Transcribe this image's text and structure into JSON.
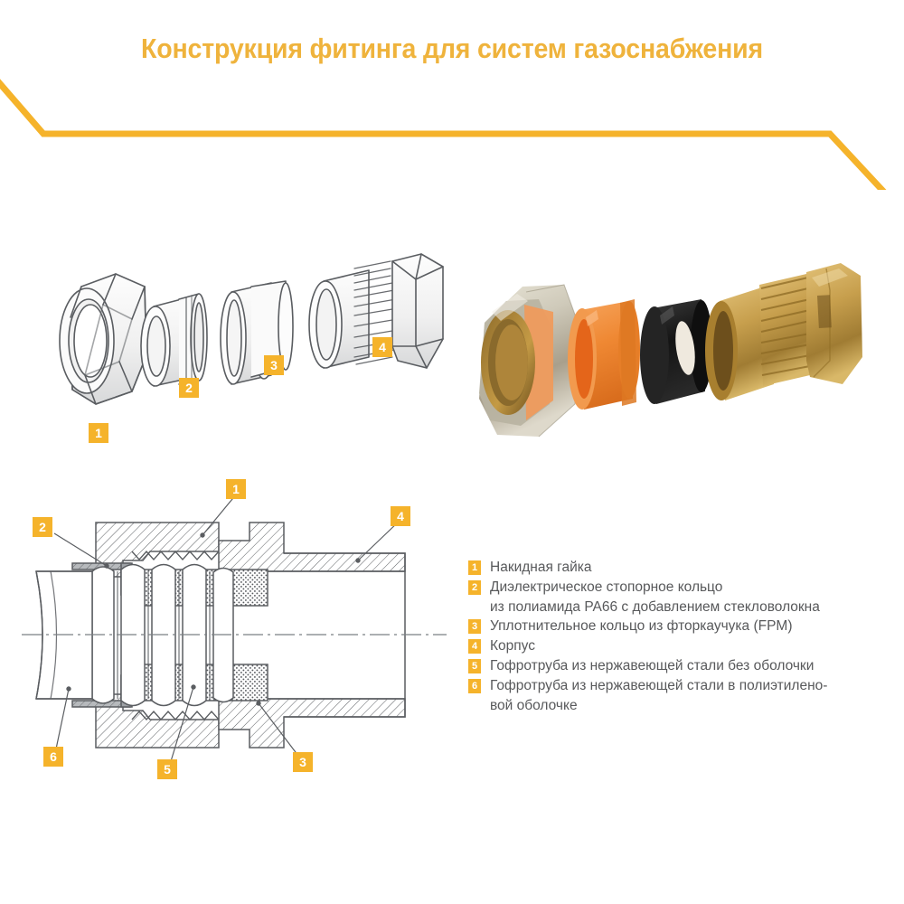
{
  "title": "Конструкция фитинга для систем газоснабжения",
  "colors": {
    "title": "#efb33c",
    "banner": "#f5b32b",
    "badge": "#f5b32b",
    "badge_text": "#ffffff",
    "legend_text": "#58595b",
    "line": "#5a5d61",
    "polyamide_orange": "#ef8833",
    "rubber_black": "#1a1a1a",
    "brass": "#c9a24a",
    "nickel": "#c6c2b4"
  },
  "legend": {
    "items": [
      {
        "num": "1",
        "text": "Накидная гайка",
        "cont": ""
      },
      {
        "num": "2",
        "text": "Диэлектрическое стопорное кольцо",
        "cont": "из полиамида PA66 с добавлением стекловолокна"
      },
      {
        "num": "3",
        "text": "Уплотнительное кольцо из фторкаучука (FPM)",
        "cont": ""
      },
      {
        "num": "4",
        "text": "Корпус",
        "cont": ""
      },
      {
        "num": "5",
        "text": "Гофротруба из нержавеющей стали без оболочки",
        "cont": ""
      },
      {
        "num": "6",
        "text": "Гофротруба из нержавеющей стали в полиэтилено-",
        "cont": "вой оболочке"
      }
    ]
  },
  "lineart_exploded": {
    "caption": "exploded line-art view of fitting components",
    "badges": [
      {
        "num": "1",
        "label": "union-nut"
      },
      {
        "num": "2",
        "label": "dielectric-stop-ring"
      },
      {
        "num": "3",
        "label": "sealing-ring"
      },
      {
        "num": "4",
        "label": "body"
      }
    ]
  },
  "photo_exploded": {
    "caption": "photographic exploded view of fitting components",
    "parts": [
      {
        "label": "union-nut",
        "color": "#c6c2b4"
      },
      {
        "label": "polyamide-ring",
        "color": "#ef8833"
      },
      {
        "label": "rubber-seal-ring",
        "color": "#1a1a1a"
      },
      {
        "label": "brass-body",
        "color": "#c9a24a"
      }
    ]
  },
  "cross_section": {
    "caption": "cross-section drawing of assembled fitting",
    "badges": [
      {
        "num": "1",
        "label": "union-nut"
      },
      {
        "num": "2",
        "label": "dielectric-stop-ring"
      },
      {
        "num": "3",
        "label": "sealing-ring"
      },
      {
        "num": "4",
        "label": "body"
      },
      {
        "num": "5",
        "label": "corrugated-pipe-bare"
      },
      {
        "num": "6",
        "label": "corrugated-pipe-sheathed"
      }
    ]
  }
}
